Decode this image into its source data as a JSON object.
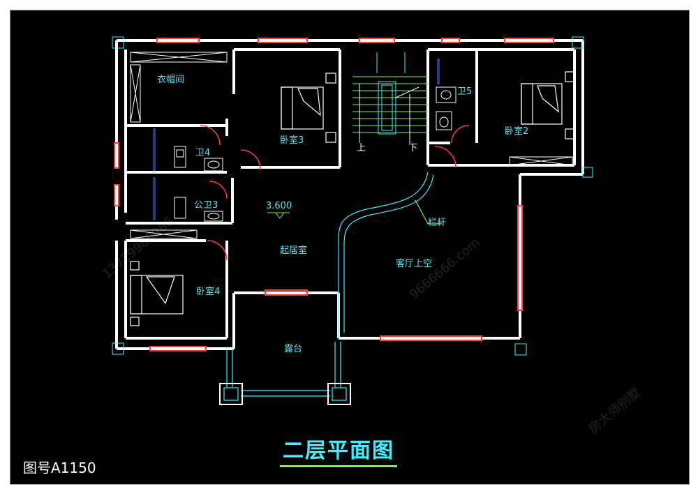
{
  "rooms": {
    "closet": "衣帽间",
    "bedroom3": "卧室3",
    "bath5": "卫5",
    "bedroom2": "卧室2",
    "bath4": "卫4",
    "public_bath3": "公卫3",
    "lounge": "起居室",
    "railing": "栏杆",
    "living_void": "客厅上空",
    "bedroom4": "卧室4",
    "terrace": "露台"
  },
  "stairs": {
    "up": "上",
    "down": "下"
  },
  "elevation": "3.600",
  "title": "二层平面图",
  "drawing_number": "图号A1150",
  "watermarks": [
    "13729966966",
    "9666666.com",
    "房大师别墅"
  ],
  "colors": {
    "background": "#000000",
    "wall": "#ffffff",
    "window": "#ff3b3b",
    "furniture": "#ffffff",
    "text": "#58e6f0",
    "cyan": "#3ff0ff",
    "green": "#7df25a"
  }
}
